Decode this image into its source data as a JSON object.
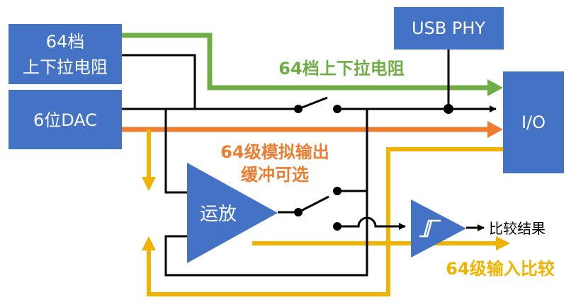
{
  "colors": {
    "block": "#4472c4",
    "green": "#70ad47",
    "orange": "#ed7d31",
    "yellow": "#f0b400",
    "wire": "#000000"
  },
  "blocks": {
    "pull_resistor": {
      "line1": "64档",
      "line2": "上下拉电阻"
    },
    "dac": "6位DAC",
    "usb_phy": "USB PHY",
    "io": "I/O",
    "opamp": "运放"
  },
  "labels": {
    "pull_path": "64档上下拉电阻",
    "buffer_line1": "64级模拟输出",
    "buffer_line2": "缓冲可选",
    "compare_path": "64级输入比较",
    "compare_result": "比较结果"
  }
}
